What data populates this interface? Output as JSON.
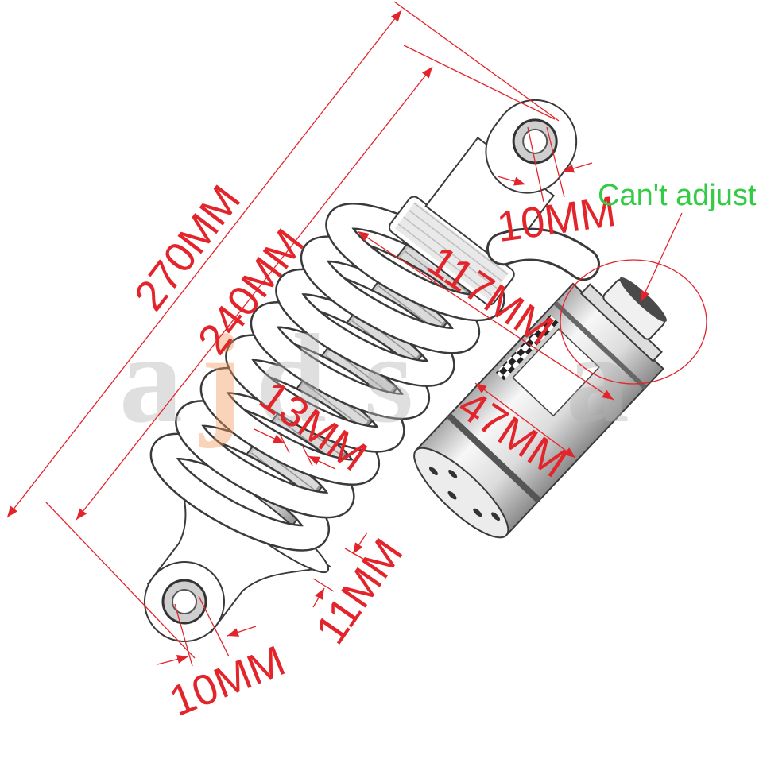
{
  "labels": {
    "overall_length": "270MM",
    "body_length": "240MM",
    "reservoir_length": "117MM",
    "reservoir_diameter": "47MM",
    "top_eye": "10MM",
    "bottom_eye": "10MM",
    "spring_wire": "13MM",
    "spring_gap": "11MM"
  },
  "note": "Can't adjust",
  "watermark": "ajdsa",
  "colors": {
    "dimension": "#e3242b",
    "note": "#33cc44",
    "watermark": "#b4b4b4",
    "watermark_accent": "#f29a5c"
  }
}
